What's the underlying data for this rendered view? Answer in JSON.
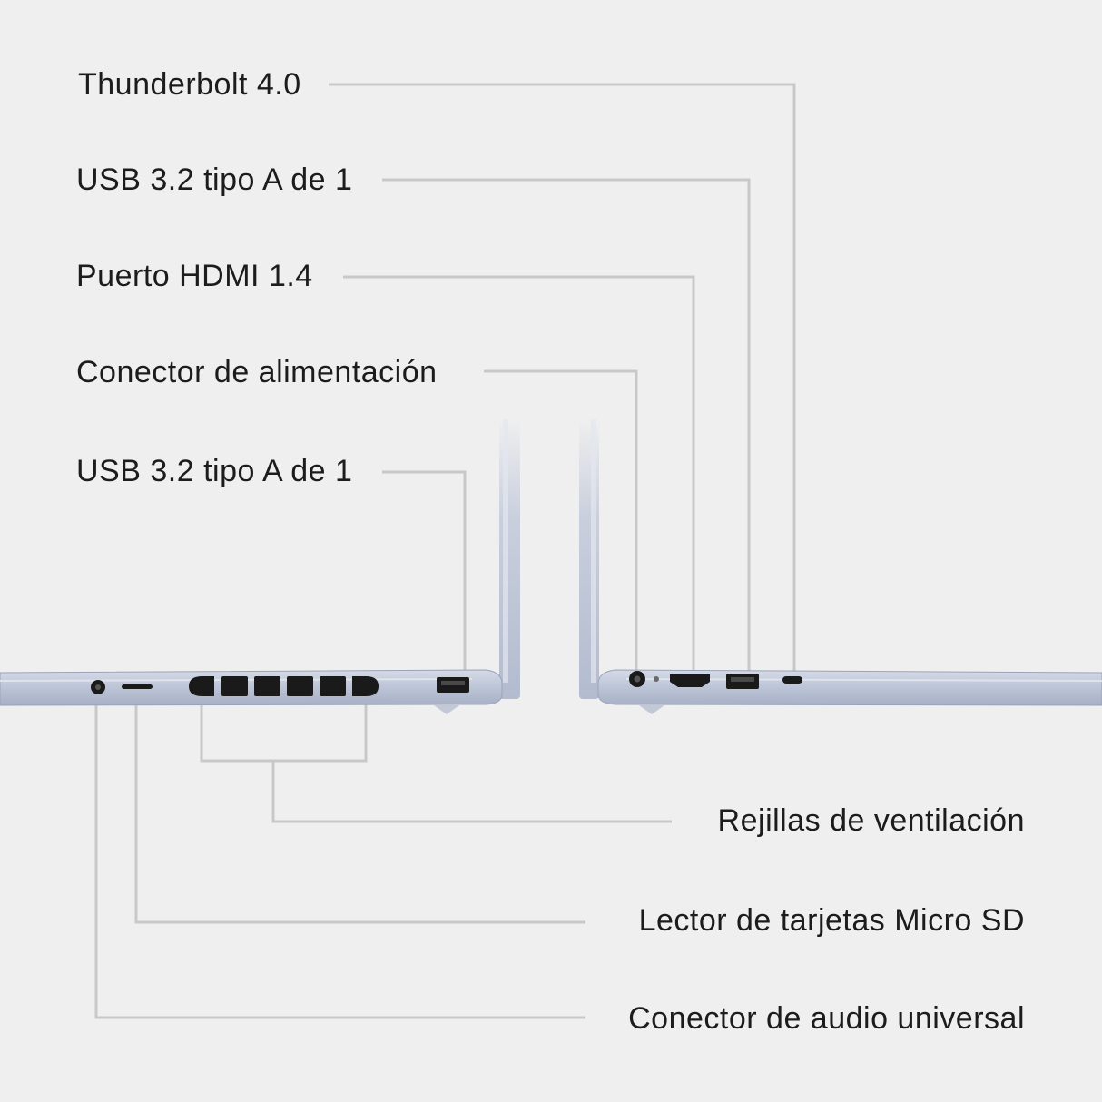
{
  "labels_top": [
    {
      "id": "thunderbolt",
      "text": "Thunderbolt 4.0"
    },
    {
      "id": "usb-right",
      "text": "USB 3.2 tipo A de 1"
    },
    {
      "id": "hdmi",
      "text": "Puerto HDMI 1.4"
    },
    {
      "id": "power",
      "text": "Conector de alimentación"
    },
    {
      "id": "usb-left",
      "text": "USB 3.2 tipo A de 1"
    }
  ],
  "labels_bottom": [
    {
      "id": "vents",
      "text": "Rejillas de ventilación"
    },
    {
      "id": "microsd",
      "text": "Lector de tarjetas Micro SD"
    },
    {
      "id": "audio",
      "text": "Conector de audio universal"
    }
  ],
  "colors": {
    "background": "#efefef",
    "leader_line": "#c8c8c8",
    "laptop_body": "#b9c2d6",
    "laptop_edge": "#9aa3b8",
    "port_dark": "#1a1a1a"
  }
}
